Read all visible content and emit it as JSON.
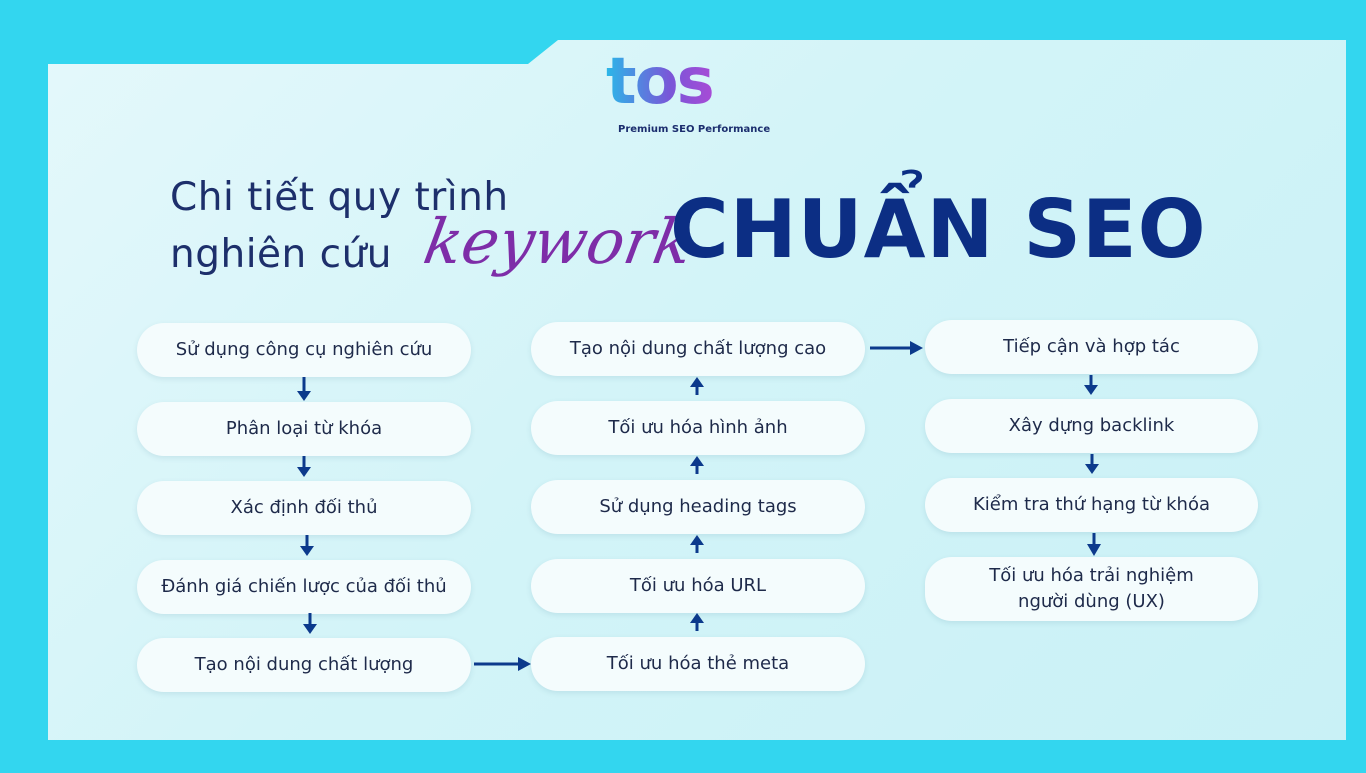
{
  "logo": {
    "wordmark": "tos",
    "tagline": "Premium SEO Performance"
  },
  "title": {
    "line1": "Chi tiết quy trình",
    "line2": "nghiên cứu",
    "script_word": "keywork",
    "highlight": "CHUẨN SEO"
  },
  "columns": [
    {
      "direction": "down",
      "steps": [
        "Sử dụng công cụ nghiên cứu",
        "Phân loại từ khóa",
        "Xác định đối thủ",
        "Đánh giá chiến lược của đối thủ",
        "Tạo nội dung chất lượng"
      ]
    },
    {
      "direction": "up",
      "steps": [
        "Tạo nội dung chất lượng cao",
        "Tối ưu hóa hình ảnh",
        "Sử dụng heading tags",
        "Tối ưu hóa URL",
        "Tối ưu hóa thẻ meta"
      ]
    },
    {
      "direction": "down",
      "steps": [
        "Tiếp cận và hợp tác",
        "Xây dựng backlink",
        "Kiểm tra thứ hạng từ khóa",
        "Tối ưu hóa trải nghiệm người dùng (UX)"
      ]
    }
  ],
  "colors": {
    "background": "#33d6ef",
    "title": "#1d2f6b",
    "highlight": "#0c2e84",
    "script": "#7e2da8",
    "arrow": "#0c3a8c"
  }
}
